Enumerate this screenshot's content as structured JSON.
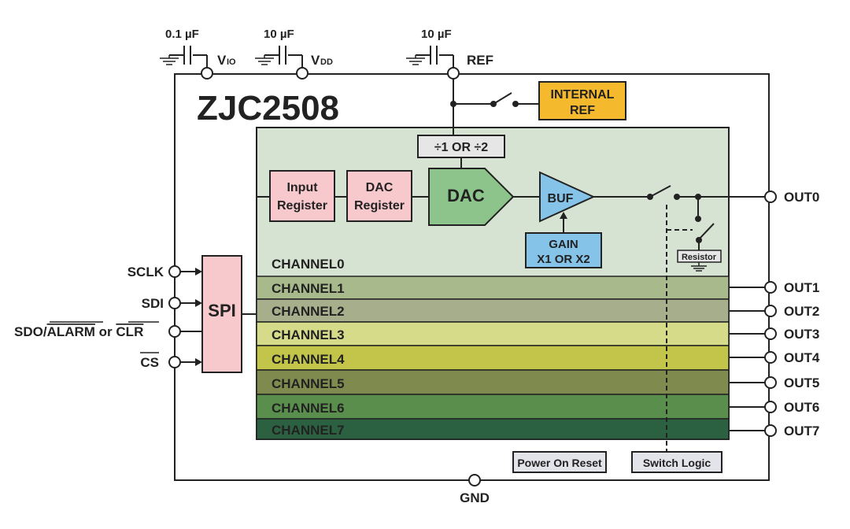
{
  "chip": {
    "title": "ZJC2508"
  },
  "power_pins": {
    "vio_cap": "0.1 µF",
    "vio_label": "V",
    "vio_sub": "IO",
    "vdd_cap": "10 µF",
    "vdd_label": "V",
    "vdd_sub": "DD",
    "ref_cap": "10 µF",
    "ref_label": "REF",
    "gnd_label": "GND"
  },
  "blocks": {
    "internal_ref_line1": "INTERNAL",
    "internal_ref_line2": "REF",
    "divider": "÷1 OR ÷2",
    "input_register_line1": "Input",
    "input_register_line2": "Register",
    "dac_register_line1": "DAC",
    "dac_register_line2": "Register",
    "dac": "DAC",
    "buf": "BUF",
    "gain_line1": "GAIN",
    "gain_line2": "X1 OR X2",
    "resistor": "Resistor",
    "spi": "SPI",
    "power_on_reset": "Power On Reset",
    "switch_logic": "Switch Logic"
  },
  "channels": [
    {
      "label": "CHANNEL0",
      "color": "#d6e3d2"
    },
    {
      "label": "CHANNEL1",
      "color": "#a8b98b"
    },
    {
      "label": "CHANNEL2",
      "color": "#a7ae8c"
    },
    {
      "label": "CHANNEL3",
      "color": "#d6db8a"
    },
    {
      "label": "CHANNEL4",
      "color": "#c3c54a"
    },
    {
      "label": "CHANNEL5",
      "color": "#7f8a4e"
    },
    {
      "label": "CHANNEL6",
      "color": "#5a8e4c"
    },
    {
      "label": "CHANNEL7",
      "color": "#2b6140"
    }
  ],
  "outputs": [
    "OUT0",
    "OUT1",
    "OUT2",
    "OUT3",
    "OUT4",
    "OUT5",
    "OUT6",
    "OUT7"
  ],
  "spi_pins": {
    "sclk": "SCLK",
    "sdi": "SDI",
    "sdo_prefix": "SDO/",
    "sdo_alarm": "ALARM",
    "sdo_mid": " or ",
    "sdo_clr": "CLR",
    "cs": "CS"
  },
  "colors": {
    "internal_ref": "#f5b92e",
    "divider": "#e6e6e6",
    "register": "#f7c9cc",
    "dac": "#8cc48c",
    "buf": "#86c3e8",
    "gain": "#86c3e8",
    "spi": "#f7c9cc",
    "logic_box": "#e3e3ea"
  }
}
